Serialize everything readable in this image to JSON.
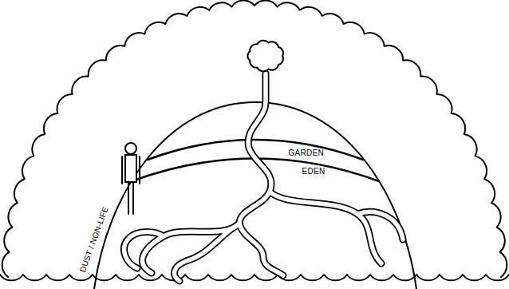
{
  "diagram": {
    "labels": [
      "GARDEN",
      "EDEN",
      "DUST / NON-LIFE"
    ]
  }
}
